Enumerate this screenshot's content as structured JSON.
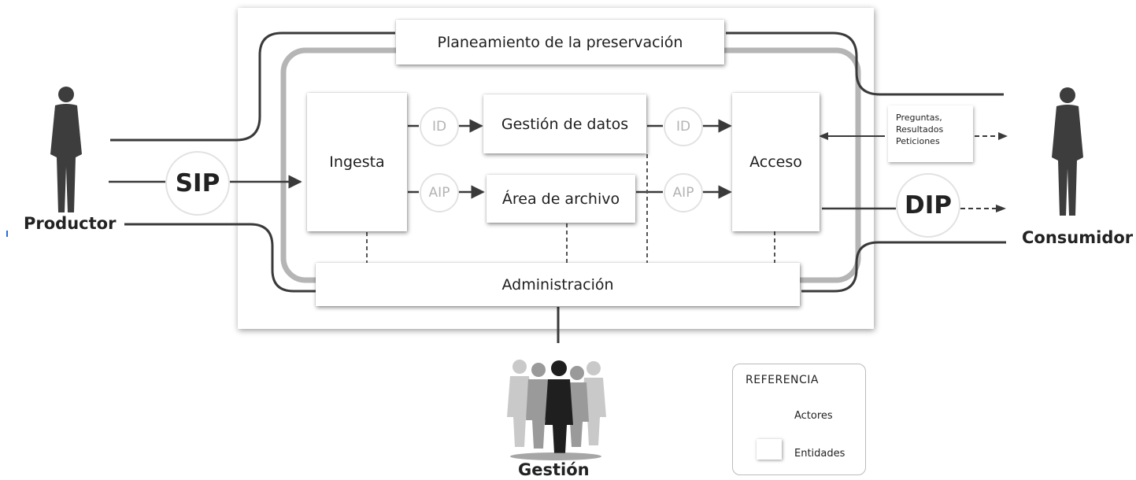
{
  "entities": {
    "planeamiento": "Planeamiento de la preservación",
    "ingesta": "Ingesta",
    "gestion_datos": "Gestión de datos",
    "area_archivo": "Área de archivo",
    "acceso": "Acceso",
    "administracion": "Administración"
  },
  "packages": {
    "sip": "SIP",
    "dip": "DIP",
    "id_left": "ID",
    "id_right": "ID",
    "aip_left": "AIP",
    "aip_right": "AIP"
  },
  "actors": {
    "productor": "Productor",
    "consumidor": "Consumidor",
    "gestion": "Gestión"
  },
  "queries": {
    "line1": "Preguntas,",
    "line2": "Resultados",
    "line3": "Peticiones"
  },
  "legend": {
    "title": "REFERENCIA",
    "actors": "Actores",
    "entities": "Entidades"
  },
  "colors": {
    "flow_line": "#3a3a3a",
    "inner_loop": "#b5b5b5",
    "package_text_light": "#b3b3b3",
    "actor_silhouette": "#3d3d3d"
  }
}
